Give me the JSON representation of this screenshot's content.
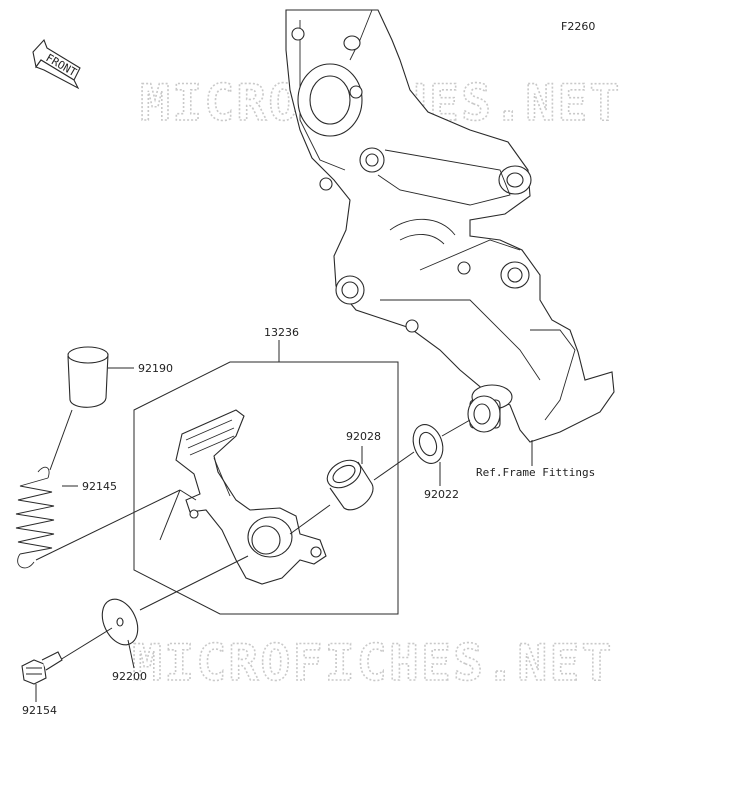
{
  "diagram": {
    "figure_code": "F2260",
    "front_label": "FRONT",
    "watermark": "MICROFICHES.NET",
    "ref_note": "Ref.Frame Fittings",
    "parts": {
      "p13236": "13236",
      "p92190": "92190",
      "p92145": "92145",
      "p92028": "92028",
      "p92022": "92022",
      "p92200": "92200",
      "p92154": "92154"
    }
  }
}
